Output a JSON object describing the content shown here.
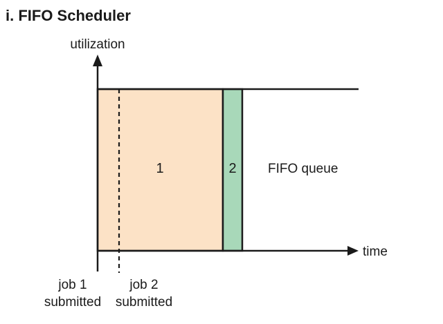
{
  "title": "i. FIFO Scheduler",
  "y_axis_label": "utilization",
  "x_axis_label": "time",
  "jobs": [
    {
      "label": "1",
      "color": "#fce2c6"
    },
    {
      "label": "2",
      "color": "#a8d8b9"
    }
  ],
  "queue_label": "FIFO queue",
  "submissions": [
    {
      "line1": "job 1",
      "line2": "submitted"
    },
    {
      "line1": "job 2",
      "line2": "submitted"
    }
  ],
  "colors": {
    "stroke": "#1a1a1a",
    "background": "#ffffff"
  }
}
